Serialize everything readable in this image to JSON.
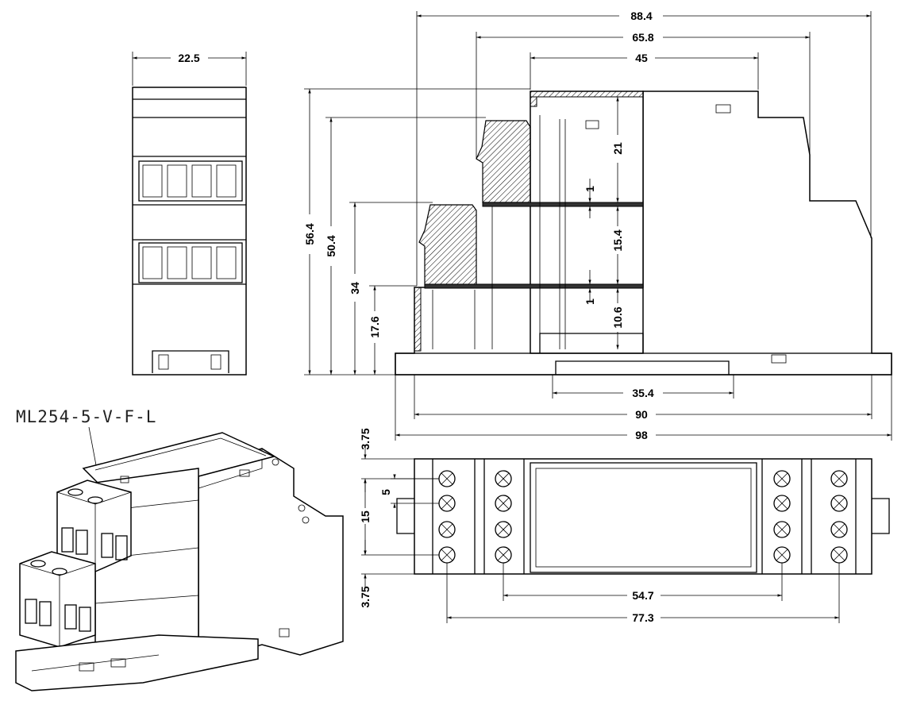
{
  "model_label": "ML254-5-V-F-L",
  "dimensions": {
    "front_width": "22.5",
    "overall_length": "88.4",
    "upper_length": "65.8",
    "top_length": "45",
    "total_height": "56.4",
    "upper_height": "50.4",
    "mid_height": "34",
    "lower_height": "17.6",
    "section_top": "21",
    "section_mid": "15.4",
    "section_low": "10.6",
    "gap_upper": "1",
    "gap_lower": "1",
    "rail_width": "35.4",
    "base_width": "90",
    "total_width": "98",
    "pitch": "5",
    "terminal_span": "15",
    "edge_top": "3.75",
    "edge_bottom": "3.75",
    "inner_spacing": "54.7",
    "outer_spacing": "77.3"
  }
}
